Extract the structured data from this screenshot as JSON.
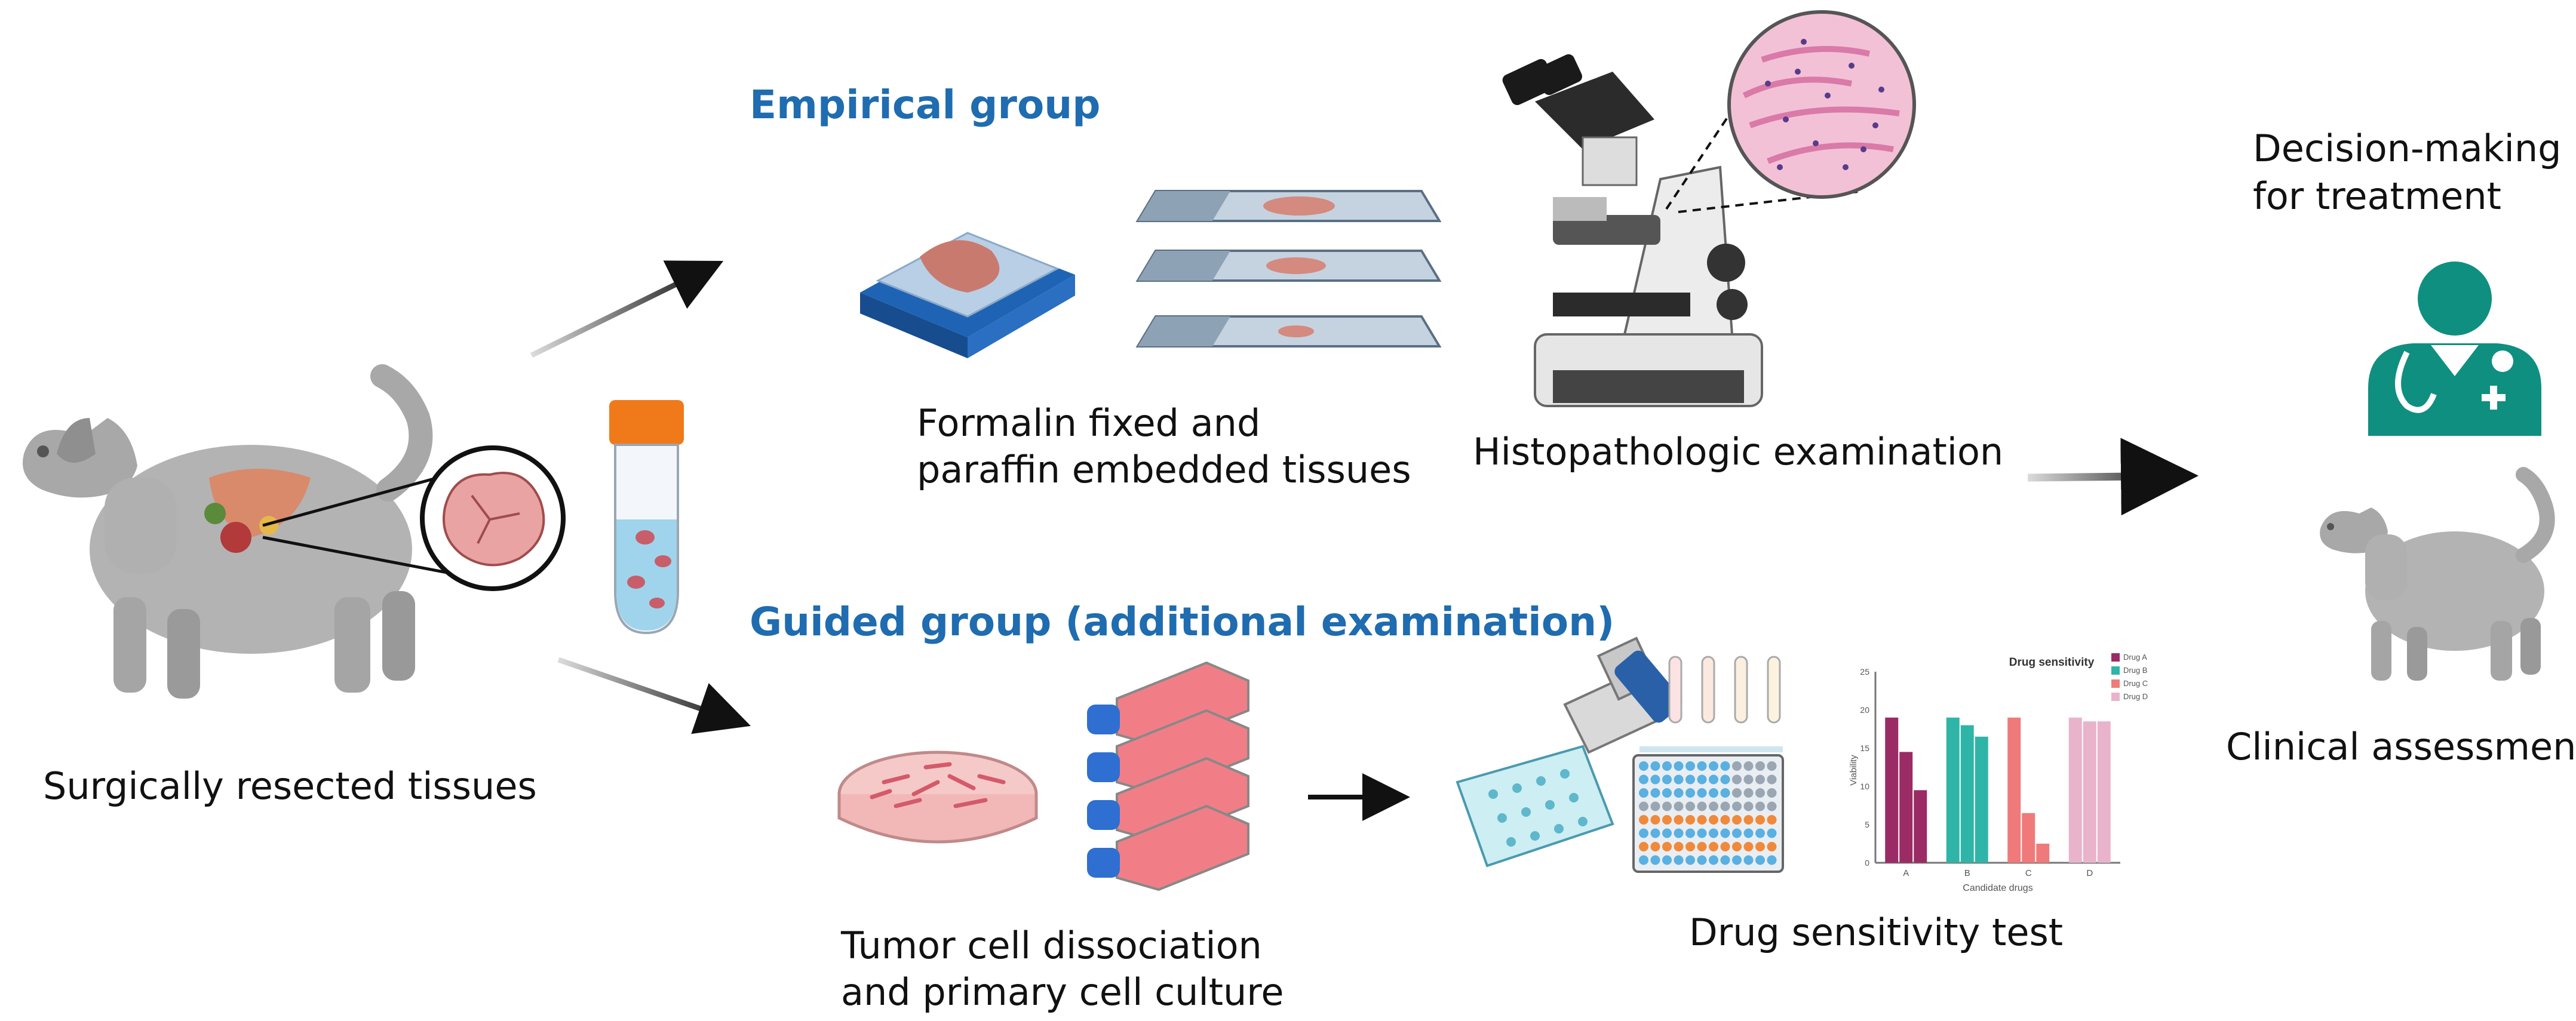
{
  "groups": {
    "empirical": "Empirical group",
    "guided": "Guided group (additional examination)"
  },
  "labels": {
    "resected_tissues": "Surgically resected tissues",
    "ffpe_line1": "Formalin fixed and",
    "ffpe_line2": "paraffin embedded tissues",
    "histopathology": "Histopathologic examination",
    "culture_line1": "Tumor cell dissociation",
    "culture_line2": "and primary cell culture",
    "drug_test": "Drug sensitivity test",
    "decision_line1": "Decision-making",
    "decision_line2": "for treatment",
    "clinical": "Clinical assessment"
  },
  "mini_chart": {
    "title": "Drug sensitivity",
    "ylabel": "Viability",
    "xlabel": "Candidate drugs",
    "categories": [
      "A",
      "B",
      "C",
      "D"
    ],
    "y_ticks": [
      "0",
      "5",
      "10",
      "15",
      "20",
      "25"
    ],
    "legend": [
      "Drug A",
      "Drug B",
      "Drug C",
      "Drug D"
    ],
    "values": [
      [
        19,
        14.5,
        9.5
      ],
      [
        19,
        18,
        16.5
      ],
      [
        19,
        6.5,
        2.5
      ],
      [
        19,
        18.5,
        18.5
      ]
    ],
    "colors": [
      "#9b2b64",
      "#2fb5a8",
      "#f07a7a",
      "#e9b3cb"
    ]
  },
  "colors": {
    "group_title": "#1f6cb0",
    "clinician": "#0f8f7f"
  }
}
